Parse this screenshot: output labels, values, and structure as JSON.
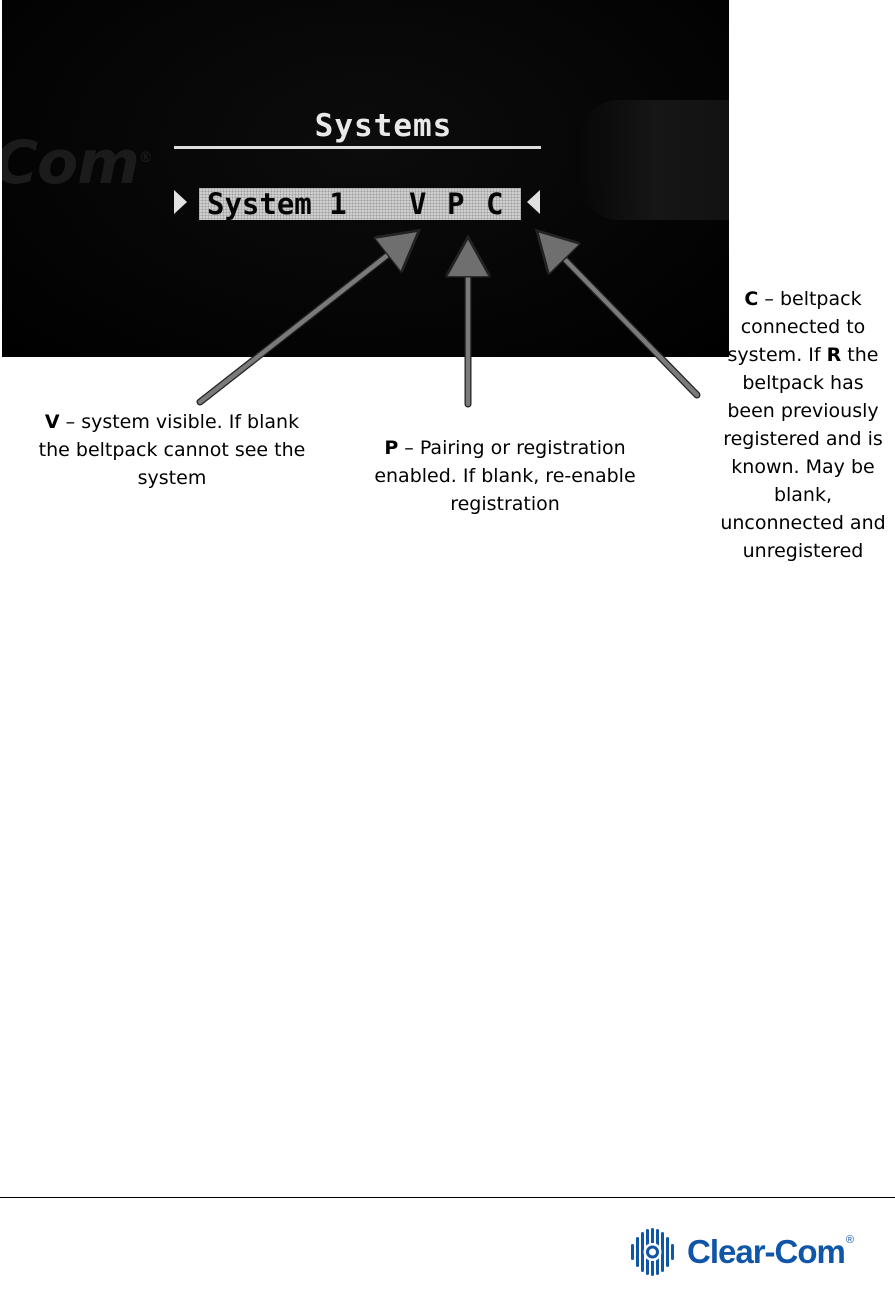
{
  "screen": {
    "title": "Systems",
    "system_name": "System 1",
    "flag_v": "V",
    "flag_p": "P",
    "flag_c": "C",
    "ghost_logo": "Com",
    "ghost_logo_mark": "®"
  },
  "callouts": {
    "v": {
      "letter": "V",
      "text": " – system visible. If blank the beltpack cannot see the system"
    },
    "p": {
      "letter": "P",
      "text": " – Pairing or registration enabled. If blank, re-enable registration"
    },
    "c": {
      "letter": "C",
      "text_before": " – beltpack connected to system. If ",
      "letter_r": "R",
      "text_after": " the beltpack has been previously registered and is known. May be blank, unconnected and unregistered"
    }
  },
  "footer": {
    "brand": "Clear-Com",
    "brand_mark": "®"
  },
  "colors": {
    "brand_blue": "#0f56a8",
    "screen_bg": "#000000",
    "lcd_highlight": "#cfcfcf",
    "arrow": "#777777"
  }
}
